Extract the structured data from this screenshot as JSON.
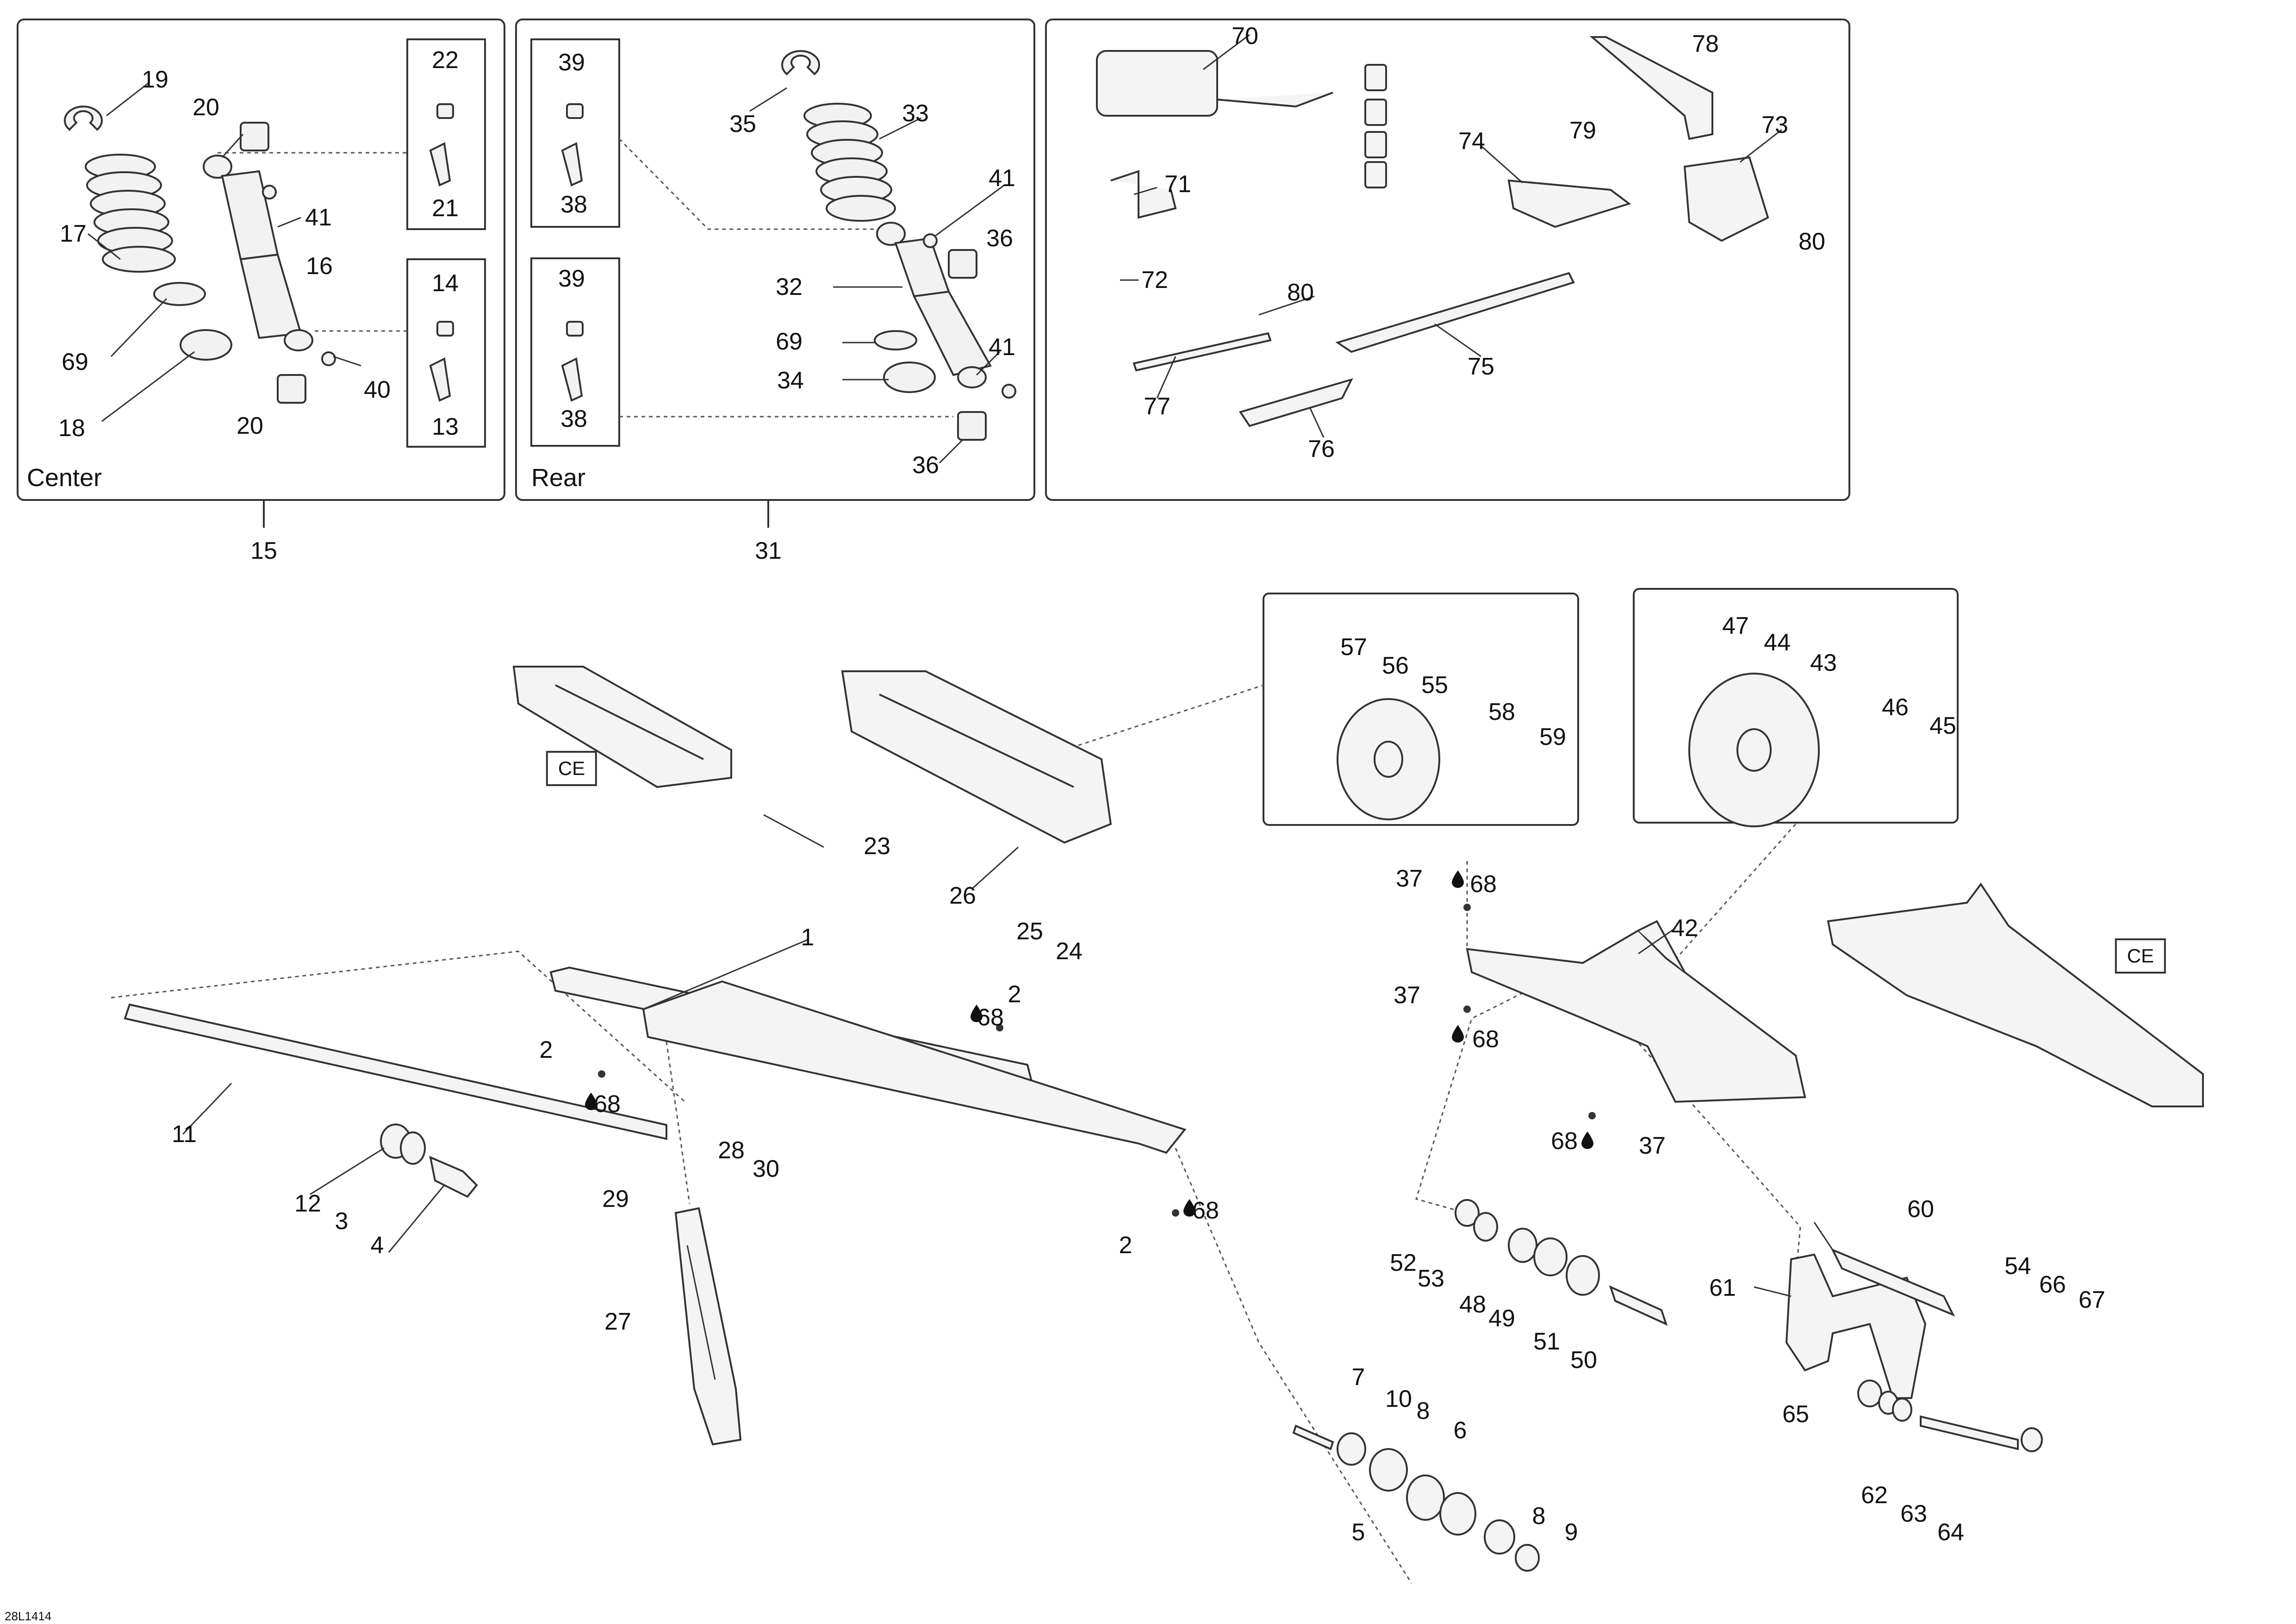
{
  "panels": {
    "center": {
      "title": "Center",
      "assembly_ref": "15"
    },
    "rear": {
      "title": "Rear",
      "assembly_ref": "31"
    }
  },
  "ce_label": "CE",
  "drawing_code": "28L1414",
  "lube_symbol_ref": "68",
  "callouts": [
    "19",
    "20",
    "22",
    "21",
    "41",
    "17",
    "16",
    "14",
    "69",
    "40",
    "13",
    "18",
    "20",
    "39",
    "38",
    "39",
    "38",
    "35",
    "33",
    "41",
    "36",
    "32",
    "69",
    "41",
    "34",
    "36",
    "70",
    "78",
    "79",
    "74",
    "73",
    "71",
    "72",
    "80",
    "80",
    "77",
    "75",
    "76",
    "57",
    "56",
    "55",
    "58",
    "59",
    "47",
    "44",
    "43",
    "46",
    "45",
    "23",
    "26",
    "25",
    "24",
    "1",
    "2",
    "2",
    "2",
    "11",
    "12",
    "3",
    "4",
    "29",
    "28",
    "30",
    "27",
    "37",
    "37",
    "37",
    "42",
    "68",
    "68",
    "68",
    "68",
    "68",
    "68",
    "60",
    "52",
    "53",
    "48",
    "49",
    "51",
    "50",
    "61",
    "54",
    "66",
    "67",
    "65",
    "62",
    "63",
    "64",
    "7",
    "10",
    "8",
    "6",
    "8",
    "9",
    "5"
  ]
}
